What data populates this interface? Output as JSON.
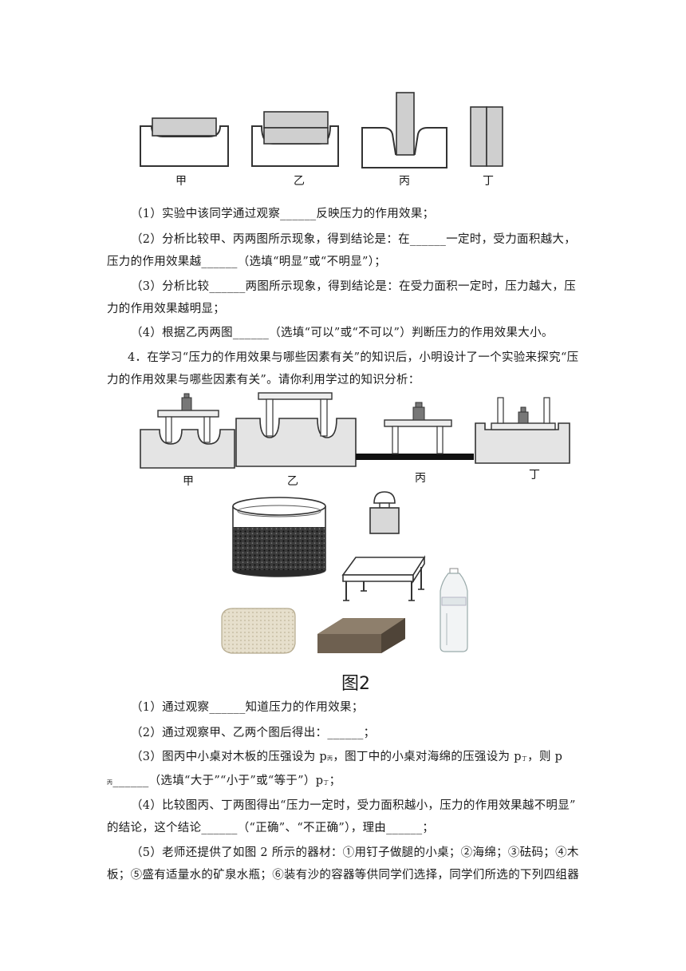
{
  "figure1": {
    "labels": [
      "甲",
      "乙",
      "丙",
      "丁"
    ]
  },
  "figure2": {
    "labels": [
      "甲",
      "乙",
      "丙",
      "丁"
    ]
  },
  "figure3": {
    "caption": "图2"
  },
  "q3": {
    "p1": "（1）实验中该同学通过观察______反映压力的作用效果；",
    "p2a": "（2）分析比较甲、丙两图所示现象，得到结论是：在______一定时，受力面积越大，",
    "p2b": "压力的作用效果越______（选填“明显”或“不明显”）；",
    "p3a": "（3）分析比较______两图所示现象，得到结论是：在受力面积一定时，压力越大，压",
    "p3b": "力的作用效果越明显；",
    "p4": "（4）根据乙丙两图______（选填“可以”或“不可以”）判断压力的作用效果大小。"
  },
  "q4": {
    "intro_a": "4．在学习“压力的作用效果与哪些因素有关”的知识后，小明设计了一个实验来探究“压",
    "intro_b": "力的作用效果与哪些因素有关”。请你利用学过的知识分析：",
    "s1": "（1）通过观察______知道压力的作用效果；",
    "s2": "（2）通过观察甲、乙两个图后得出：______；",
    "s3a_pre": "（3）图丙中小桌对木板的压强设为 p",
    "s3a_sub1": "丙",
    "s3a_mid": "，图丁中的小桌对海绵的压强设为 p",
    "s3a_sub2": "丁",
    "s3a_end": "，则 p",
    "s3b_sub": "丙",
    "s3b_text": "______（选填“大于”“小于”或“等于”）p",
    "s3b_sub2": "丁",
    "s3b_end": "；",
    "s4a": "（4）比较图丙、丁两图得出“压力一定时，受力面积越小，压力的作用效果越不明显”",
    "s4b": "的结论，这个结论______（“正确”、“不正确”），理由______；",
    "s5a": "（5）老师还提供了如图 2 所示的器材：①用钉子做腿的小桌；②海绵；③砝码；④木",
    "s5b": "板；⑤盛有适量水的矿泉水瓶；⑥装有沙的容器等供同学们选择，同学们所选的下列四组器"
  }
}
